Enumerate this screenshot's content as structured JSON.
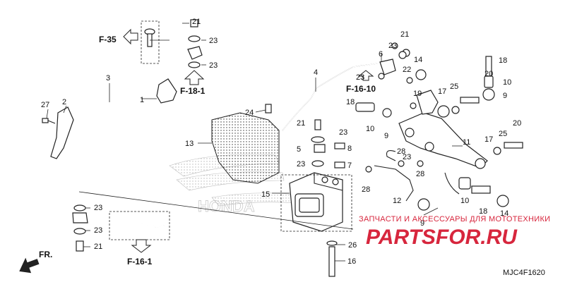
{
  "diagram": {
    "code": "MJC4F1620",
    "direction_label": "FR.",
    "refs": {
      "f35": "F-35",
      "f18": "F-18-1",
      "f16_10": "F-16-10",
      "f16_1": "F-16-1"
    },
    "watermark": {
      "line1": "ЗАПЧАСТИ И АКСЕССУАРЫ ДЛЯ МОТОТЕХНИКИ",
      "line2": "PARTSFOR.RU"
    },
    "callouts": {
      "c1": "1",
      "c2": "2",
      "c3": "3",
      "c4": "4",
      "c5": "5",
      "c6": "6",
      "c7": "7",
      "c8": "8",
      "c9a": "9",
      "c9b": "9",
      "c9c": "9",
      "c10a": "10",
      "c10b": "10",
      "c10c": "10",
      "c11": "11",
      "c12": "12",
      "c13": "13",
      "c14a": "14",
      "c14b": "14",
      "c15": "15",
      "c16": "16",
      "c17a": "17",
      "c17b": "17",
      "c18a": "18",
      "c18b": "18",
      "c18c": "18",
      "c19": "19",
      "c20a": "20",
      "c20b": "20",
      "c21a": "21",
      "c21b": "21",
      "c21c": "21",
      "c21d": "21",
      "c22": "22",
      "c23a": "23",
      "c23b": "23",
      "c23c": "23",
      "c23d": "23",
      "c23e": "23",
      "c23f": "23",
      "c23g": "23",
      "c23h": "23",
      "c23i": "23",
      "c24": "24",
      "c25a": "25",
      "c25b": "25",
      "c26": "26",
      "c27": "27",
      "c28a": "28",
      "c28b": "28",
      "c28c": "28"
    }
  }
}
